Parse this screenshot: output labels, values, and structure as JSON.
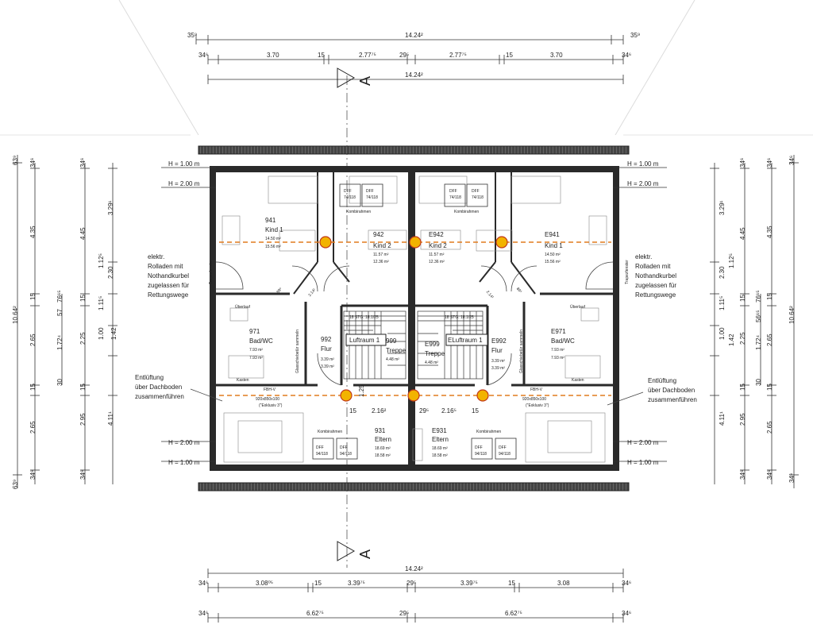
{
  "dims": {
    "top_overall": "14.24²",
    "top_edge_l": "35⁹",
    "top_edge_r": "35⁹",
    "top_row2": [
      "34⁶",
      "3.70",
      "15",
      "2.77⁷⁵",
      "29⁵",
      "2.77⁷⁵",
      "15",
      "3.70",
      "34⁶"
    ],
    "top_row3": "14.24²",
    "bottom_overall": "14.24²",
    "bottom_row1": [
      "34⁶",
      "3.08⁰⁵",
      "15",
      "3.39⁷⁵",
      "29⁵",
      "3.39⁷⁵",
      "15",
      "3.08",
      "34⁶"
    ],
    "bottom_row2": [
      "34⁶",
      "6.62⁷⁵",
      "29⁵",
      "6.62⁷⁵",
      "34⁶"
    ],
    "left_outer": [
      "63⁹",
      "10.64²",
      "63⁹"
    ],
    "left_col2": [
      "34⁶",
      "4.35",
      "15",
      "2.65",
      "15",
      "2.65",
      "34⁶"
    ],
    "left_col3": [
      "34⁶",
      "4.45",
      "15",
      "2.25",
      "15",
      "2.95",
      "34⁶"
    ],
    "left_col4": [
      "3.29¹",
      "2.30",
      "1.12⁵",
      "1.11⁵",
      "1.00",
      "1.42",
      "4.11¹"
    ],
    "left_col_small": [
      "76⁶⁵",
      "57",
      "1.72⁴",
      "30"
    ],
    "right_outer": [
      "34⁶",
      "10.64²",
      "34⁶"
    ],
    "right_col2": [
      "34⁶",
      "4.35",
      "15",
      "2.65",
      "15",
      "2.65",
      "34⁶"
    ],
    "right_col3": [
      "34⁶",
      "4.45",
      "15",
      "2.25",
      "15",
      "2.95",
      "34⁶"
    ],
    "right_col4": [
      "3.29¹",
      "2.30",
      "1.12⁵",
      "1.11⁵",
      "1.00",
      "1.42",
      "4.11¹"
    ],
    "right_col_small": [
      "76⁶⁵",
      "56⁶⁵",
      "1.72⁴",
      "30"
    ],
    "inner_bottom": [
      "1.25",
      "15",
      "2.16²",
      "29⁵",
      "2.16⁵",
      "15"
    ],
    "angles": [
      "89⁵",
      "2.14¹",
      "89⁵",
      "2.14¹"
    ]
  },
  "section_marker": "A",
  "height_lines": [
    "H = 1.00 m",
    "H = 2.00 m"
  ],
  "rooms": {
    "kind1_l": {
      "no": "941",
      "name": "Kind 1",
      "a1": "14.50 m²",
      "a2": "15.56 m²"
    },
    "kind2_l": {
      "no": "942",
      "name": "Kind 2",
      "a1": "11.57 m²",
      "a2": "12.36 m²"
    },
    "kind1_r": {
      "no": "E941",
      "name": "Kind 1",
      "a1": "14.50 m²",
      "a2": "15.56 m²"
    },
    "kind2_r": {
      "no": "E942",
      "name": "Kind 2",
      "a1": "11.57 m²",
      "a2": "12.36 m²"
    },
    "bad_l": {
      "no": "971",
      "name": "Bad/WC",
      "a1": "7.93 m²",
      "a2": "7.93 m²"
    },
    "bad_r": {
      "no": "E971",
      "name": "Bad/WC",
      "a1": "7.93 m²",
      "a2": "7.93 m²"
    },
    "flur_l": {
      "no": "992",
      "name": "Flur",
      "a1": "3.39 m²",
      "a2": "3.39 m²"
    },
    "flur_r": {
      "no": "E992",
      "name": "Flur",
      "a1": "3.39 m²",
      "a2": "3.39 m²"
    },
    "treppe_l": {
      "no": "999",
      "name": "Treppe",
      "a1": "4.48 m²"
    },
    "treppe_r": {
      "no": "E999",
      "name": "Treppe",
      "a1": "4.48 m²"
    },
    "eltern_l": {
      "no": "931",
      "name": "Eltern",
      "a1": "18.69 m²",
      "a2": "18.58 m²"
    },
    "eltern_r": {
      "no": "E931",
      "name": "Eltern",
      "a1": "18.69 m²",
      "a2": "18.58 m²"
    },
    "luftraum_l": "Luftraum 1",
    "luftraum_r": "ELuftraum 1"
  },
  "labels": {
    "dff1": "DFF",
    "dff_size": "74/118",
    "dff_size_b": "94/118",
    "kombirahmen": "Kombirahmen",
    "stairs": "18 STG. 18.1/25",
    "fbh": "FBH-V",
    "window_b": "920x850x100",
    "exklusiv": "(\"Exklusiv 3\")",
    "glasschiebe": "Glasschiebetür sammeln",
    "ueberlauf": "Überlauf",
    "kasten": "Kasten",
    "trapez": "Trapezfenster"
  },
  "notes": {
    "rolladen": [
      "elektr.",
      "Rolladen mit",
      "Nothandkurbel",
      "zugelassen für",
      "Rettungswege"
    ],
    "entlueftung": [
      "Entlüftung",
      "über Dachboden",
      "zusammenführen"
    ]
  },
  "colors": {
    "wall": "#2a2a2a",
    "orange_line": "#e07b1e",
    "ring_fill": "#f2b300",
    "ring_stroke": "#c23a1a",
    "eave": "#3a3a3a"
  }
}
